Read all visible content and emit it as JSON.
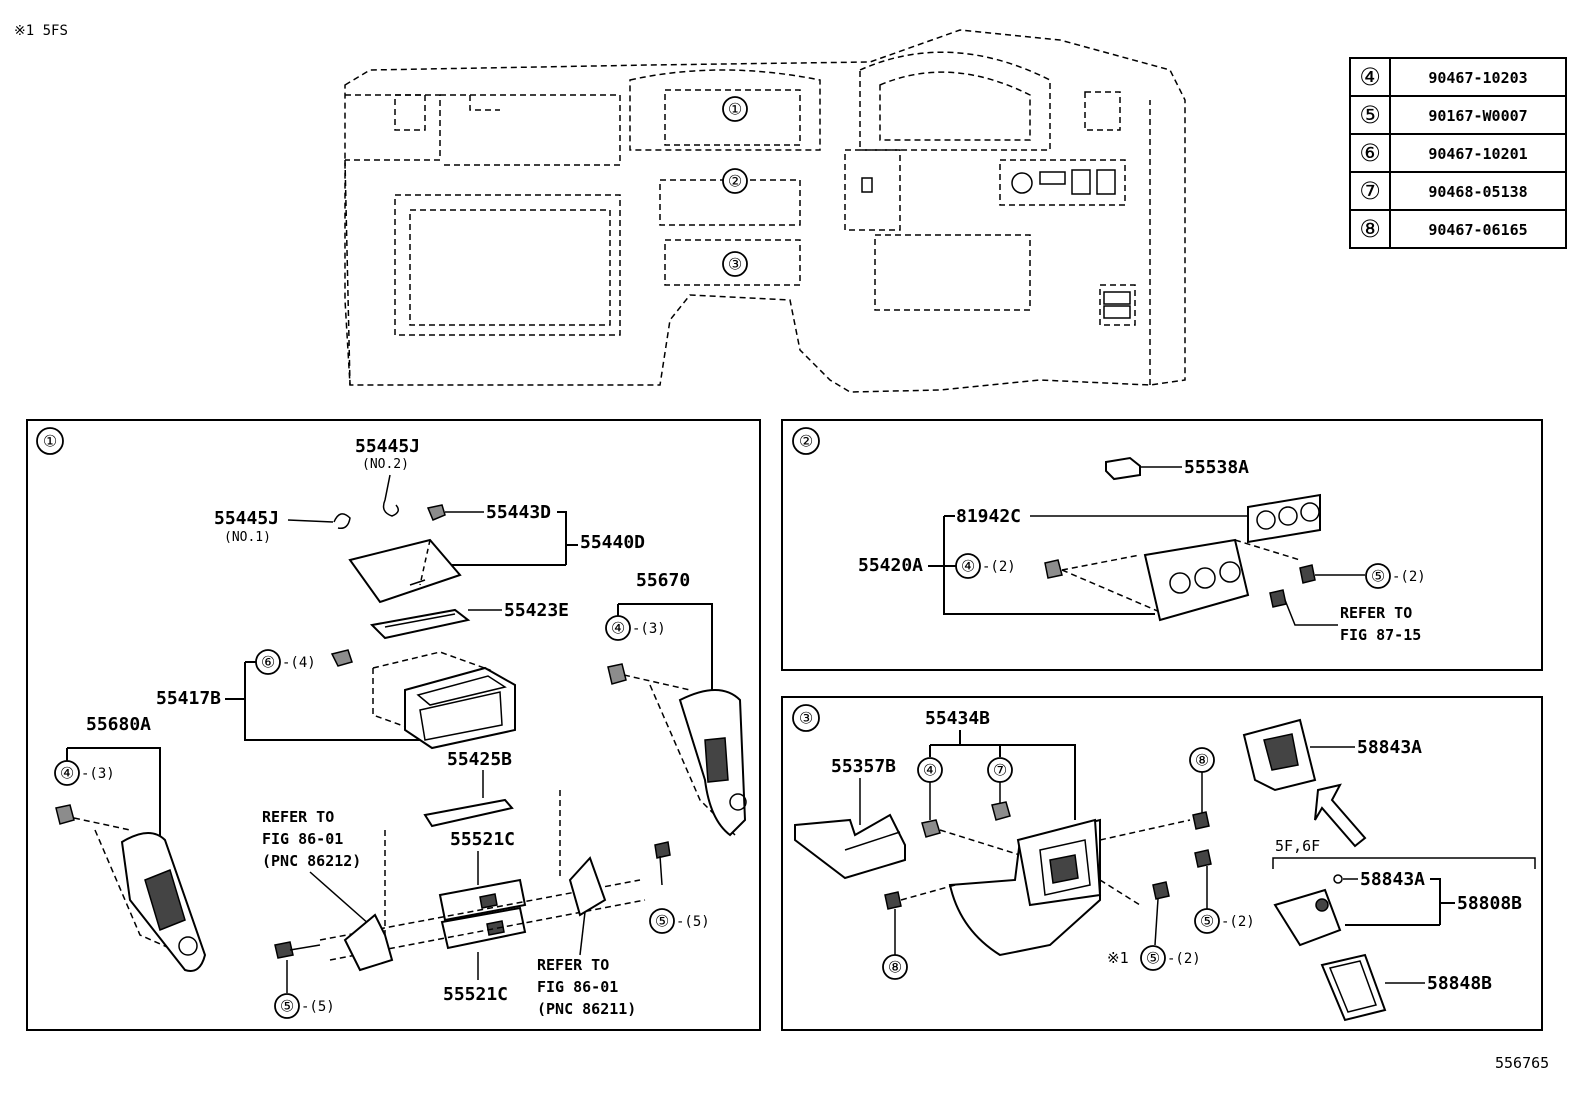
{
  "header": {
    "note": "※1 5FS"
  },
  "figure_id": "556765",
  "overview_callouts": [
    "①",
    "②",
    "③"
  ],
  "legend_table": [
    {
      "symbol": "④",
      "part": "90467-10203"
    },
    {
      "symbol": "⑤",
      "part": "90167-W0007"
    },
    {
      "symbol": "⑥",
      "part": "90467-10201"
    },
    {
      "symbol": "⑦",
      "part": "90468-05138"
    },
    {
      "symbol": "⑧",
      "part": "90467-06165"
    }
  ],
  "section1": {
    "number": "①",
    "labels": {
      "p55445J_no2": "55445J",
      "no2": "(NO.2)",
      "p55445J_no1": "55445J",
      "no1": "(NO.1)",
      "p55443D": "55443D",
      "p55440D": "55440D",
      "p55423E": "55423E",
      "p55417B": "55417B",
      "qty6": "-(4)",
      "p55670": "55670",
      "qty4_right": "-(3)",
      "p55680A": "55680A",
      "qty4_left": "-(3)",
      "p55425B": "55425B",
      "refer1_a": "REFER TO",
      "refer1_b": "FIG 86-01",
      "refer1_c": "(PNC 86212)",
      "p55521C_top": "55521C",
      "p55521C_bot": "55521C",
      "refer2_a": "REFER TO",
      "refer2_b": "FIG 86-01",
      "refer2_c": "(PNC 86211)",
      "qty5_right": "-(5)",
      "qty5_left": "-(5)"
    }
  },
  "section2": {
    "number": "②",
    "labels": {
      "p55538A": "55538A",
      "p81942C": "81942C",
      "p55420A": "55420A",
      "qty4": "-(2)",
      "qty5": "-(2)",
      "refer_a": "REFER TO",
      "refer_b": "FIG 87-15"
    }
  },
  "section3": {
    "number": "③",
    "labels": {
      "p55434B": "55434B",
      "p55357B": "55357B",
      "p58843A_top": "58843A",
      "variant": "5F,6F",
      "p58843A": "58843A",
      "p58808B": "58808B",
      "p58848B": "58848B",
      "qty5_a": "-(2)",
      "qty5_b": "-(2)",
      "note1": "※1"
    }
  },
  "symbols": {
    "s4": "④",
    "s5": "⑤",
    "s6": "⑥",
    "s7": "⑦",
    "s8": "⑧"
  }
}
